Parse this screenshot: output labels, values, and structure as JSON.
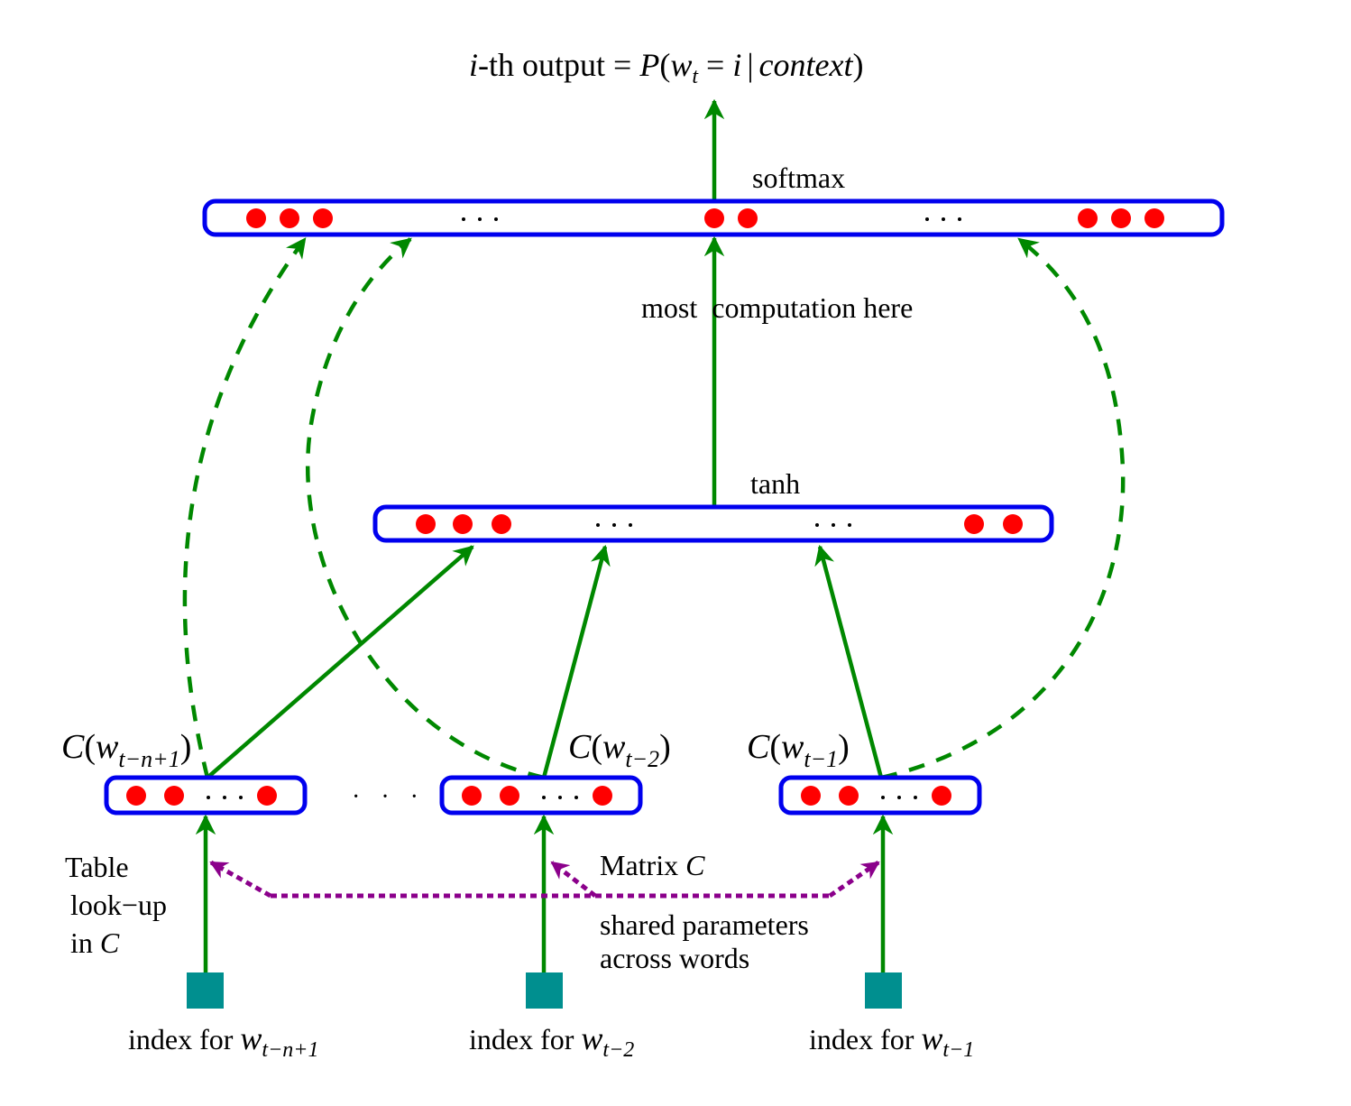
{
  "title": {
    "prefix_italic": "i",
    "prefix": "-th output = ",
    "P": "P",
    "w": "w",
    "t": "t",
    "eq": " = ",
    "i": "i",
    "bar": "|",
    "context": "context",
    "lparen": "(",
    "rparen": ")"
  },
  "layers": {
    "output": {
      "label": "softmax",
      "activation": "softmax"
    },
    "hidden": {
      "label": "tanh",
      "activation": "tanh"
    },
    "annotation": "most  computation here"
  },
  "embeddings": [
    {
      "label_fn": "C",
      "label_var": "w",
      "label_sub": "t−n+1",
      "index_label": "index for ",
      "index_var": "w",
      "index_sub": "t−n+1"
    },
    {
      "label_fn": "C",
      "label_var": "w",
      "label_sub": "t−2",
      "index_label": "index for ",
      "index_var": "w",
      "index_sub": "t−2"
    },
    {
      "label_fn": "C",
      "label_var": "w",
      "label_sub": "t−1",
      "index_label": "index for ",
      "index_var": "w",
      "index_sub": "t−1"
    }
  ],
  "ellipsis": "…",
  "lookup": {
    "line1": "Table",
    "line2": "look−up",
    "line3_prefix": "in ",
    "line3_var": "C"
  },
  "matrix": {
    "prefix": "Matrix ",
    "var": "C",
    "note_line1": "shared parameters",
    "note_line2": "across words"
  },
  "colors": {
    "layer_border": "#0000ee",
    "unit": "#ff0000",
    "connection": "#008800",
    "shared": "#8b008b",
    "index_square": "#008f8f"
  }
}
